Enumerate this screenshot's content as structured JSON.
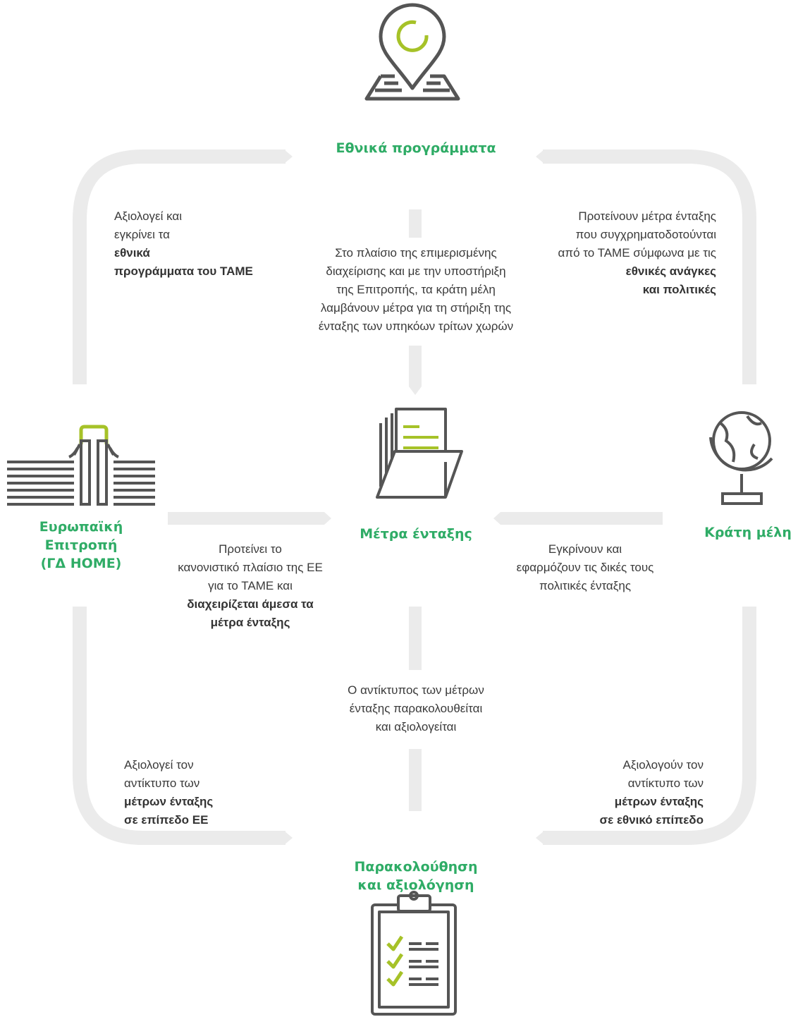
{
  "colors": {
    "accent_green": "#2fac66",
    "lime": "#a6c228",
    "track_gray": "#ebebeb",
    "icon_gray": "#555555",
    "text": "#3a3a3a"
  },
  "nodes": {
    "top": {
      "label": "Εθνικά προγράμματα",
      "icon": "map-pin-icon"
    },
    "center": {
      "label": "Μέτρα ένταξης",
      "icon": "folder-icon"
    },
    "left": {
      "label_lines": [
        "Ευρωπαϊκή",
        "Επιτροπή",
        "(ΓΔ HOME)"
      ],
      "icon": "building-icon"
    },
    "right": {
      "label": "Κράτη μέλη",
      "icon": "globe-icon"
    },
    "bottom": {
      "label_lines": [
        "Παρακολούθηση",
        "και αξιολόγηση"
      ],
      "icon": "clipboard-checklist-icon"
    }
  },
  "texts": {
    "top_left": {
      "lines": [
        "Αξιολογεί και",
        "εγκρίνει τα"
      ],
      "bold_lines": [
        "εθνικά",
        "προγράμματα του ΤΑΜΕ"
      ]
    },
    "top_center": {
      "lines": [
        "Στο πλαίσιο της επιμερισμένης",
        "διαχείρισης και με την υποστήριξη",
        "της Επιτροπής, τα κράτη μέλη",
        "λαμβάνουν μέτρα για τη στήριξη της",
        "ένταξης των υπηκόων τρίτων χωρών"
      ]
    },
    "top_right": {
      "lines": [
        "Προτείνουν μέτρα ένταξης",
        "που συγχρηματοδοτούνται",
        "από το ΤΑΜΕ σύμφωνα με τις"
      ],
      "bold_lines": [
        "εθνικές ανάγκες",
        "και πολιτικές"
      ]
    },
    "mid_left": {
      "lines": [
        "Προτείνει το",
        "κανονιστικό πλαίσιο της ΕΕ",
        "για το ΤΑΜΕ και"
      ],
      "bold_lines": [
        "διαχειρίζεται άμεσα τα",
        "μέτρα ένταξης"
      ]
    },
    "mid_right": {
      "lines": [
        "Εγκρίνουν και",
        "εφαρμόζουν τις δικές τους",
        "πολιτικές ένταξης"
      ]
    },
    "bottom_center": {
      "lines": [
        "Ο αντίκτυπος των μέτρων",
        "ένταξης παρακολουθείται",
        "και αξιολογείται"
      ]
    },
    "bottom_left": {
      "lines": [
        "Αξιολογεί τον",
        "αντίκτυπο των"
      ],
      "bold_lines": [
        "μέτρων ένταξης",
        "σε επίπεδο ΕΕ"
      ]
    },
    "bottom_right": {
      "lines": [
        "Αξιολογούν τον",
        "αντίκτυπο των"
      ],
      "bold_lines": [
        "μέτρων ένταξης",
        "σε εθνικό επίπεδο"
      ]
    }
  }
}
